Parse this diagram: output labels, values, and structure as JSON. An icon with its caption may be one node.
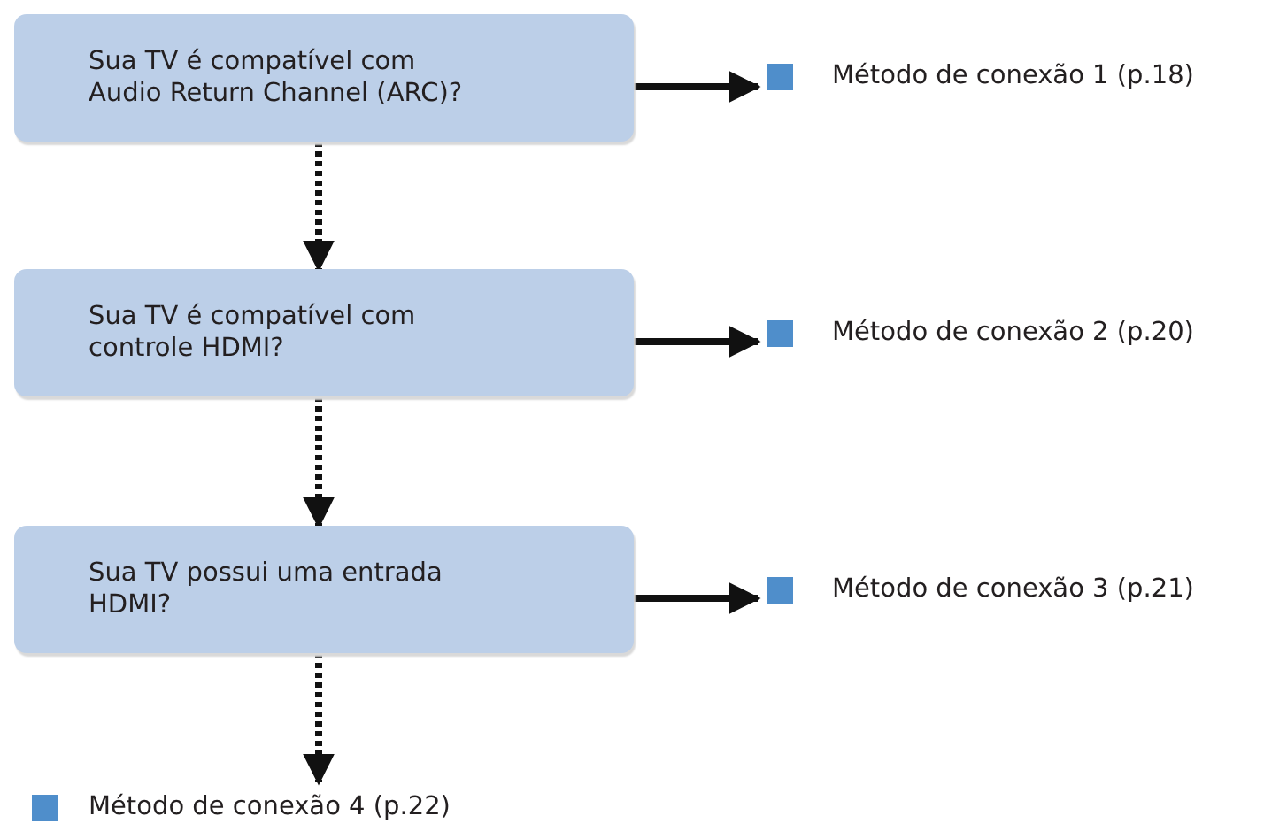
{
  "diagram": {
    "nodes": [
      {
        "text": [
          "Sua TV é compatível com Audio Return Channel (ARC)?"
        ]
      },
      {
        "text": [
          "Método de conexão 1 (p.18)"
        ]
      },
      {
        "text": [
          "Sua TV é compatível com controle HDMI?"
        ]
      },
      {
        "text": [
          "Método de conexão 2 (p.20)"
        ]
      },
      {
        "text": [
          "Sua TV possui uma entrada HDMI?"
        ]
      },
      {
        "text": [
          "Método de conexão 3 (p.21)"
        ]
      },
      {
        "text": [
          "Método de conexão 4 (p.22)"
        ]
      }
    ],
    "edges": [
      {
        "from": 0,
        "to": 1,
        "arrow": "to"
      },
      {
        "from": 0,
        "to": 2,
        "arrow": "to",
        "style": "dashed"
      },
      {
        "from": 2,
        "to": 3,
        "arrow": "to"
      },
      {
        "from": 2,
        "to": 4,
        "arrow": "to",
        "style": "dashed"
      },
      {
        "from": 4,
        "to": 5,
        "arrow": "to"
      },
      {
        "from": 4,
        "to": 6,
        "arrow": "to",
        "style": "dashed"
      }
    ]
  }
}
